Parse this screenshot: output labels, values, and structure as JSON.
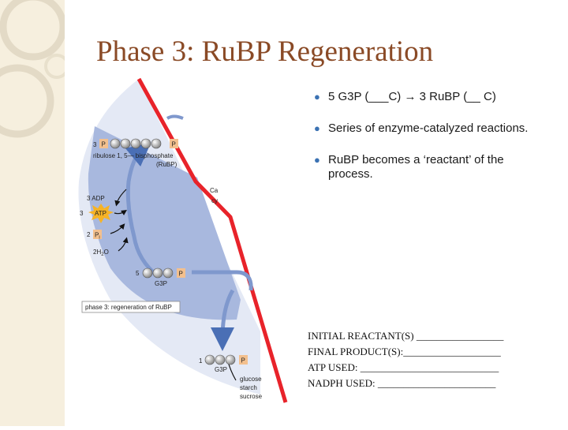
{
  "slide": {
    "title": "Phase 3: RuBP Regeneration",
    "bullets": [
      "5 G3P (___C) → 3 RuBP (__ C)",
      "Series of enzyme-catalyzed reactions.",
      "RuBP becomes a ‘reactant’ of the process."
    ],
    "worksheet": [
      "INITIAL REACTANT(S) _________________",
      "FINAL PRODUCT(S):___________________",
      "ATP USED: ___________________________",
      "NADPH USED: _______________________"
    ]
  },
  "diagram": {
    "rubp_count": "3",
    "rubp_p_left": "P",
    "rubp_p_right": "P",
    "rubp_label_1": "ribulose 1, 5—  bisphosphate",
    "rubp_label_2": "(RuBP)",
    "adp_label": "3 ADP",
    "atp_count": "3",
    "atp_label": "ATP",
    "pi_count": "2",
    "pi_label": "P",
    "pi_sub": "i",
    "water_label": "2H",
    "water_sub": "2",
    "water_o": "O",
    "g3p5_count": "5",
    "g3p5_p": "P",
    "g3p5_label": "G3P",
    "phase_box_label": "phase 3: regeneration of RuBP",
    "calvin_partial_1": "Ca",
    "calvin_partial_2": "cy",
    "g3p1_count": "1",
    "g3p1_p": "P",
    "g3p1_label": "G3P",
    "product_1": "glucose",
    "product_2": "starch",
    "product_3": "sucrose"
  },
  "colors": {
    "title": "#8a4a26",
    "bullet": "#3b72b3",
    "boundary_line": "#e8232a",
    "phase_region": "#a8b8de"
  }
}
